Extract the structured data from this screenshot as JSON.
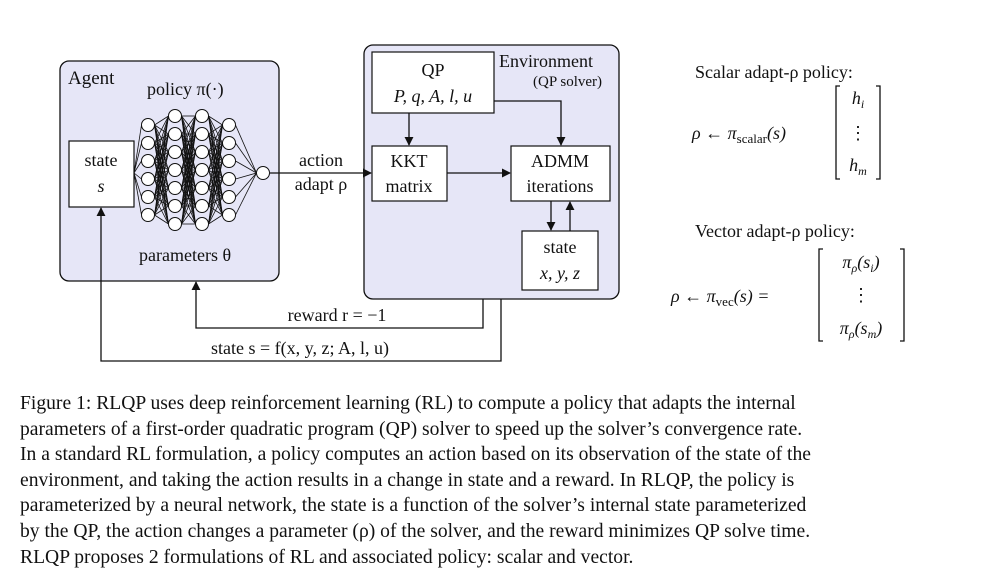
{
  "diagram": {
    "agent": {
      "title": "Agent",
      "policy_label": "policy π(·)",
      "parameters_label": "parameters θ",
      "state_box": {
        "line1": "state",
        "line2": "s"
      }
    },
    "environment": {
      "title": "Environment",
      "subtitle": "(QP solver)",
      "qp_box": {
        "line1": "QP",
        "line2": "P, q, A, l, u"
      },
      "kkt_box": {
        "line1": "KKT",
        "line2": "matrix"
      },
      "admm_box": {
        "line1": "ADMM",
        "line2": "iterations"
      },
      "state_box": {
        "line1": "state",
        "line2": "x, y, z"
      }
    },
    "arrows": {
      "action_line1": "action",
      "action_line2": "adapt ρ",
      "reward": "reward r = −1",
      "state_feedback": "state s = f(x, y, z; A, l, u)"
    },
    "scalar_policy": {
      "heading": "Scalar adapt-ρ policy:",
      "lhs": "ρ ← π",
      "subscript": "scalar",
      "arg": "(s)",
      "vector": [
        "h_i",
        "⋮",
        "h_m"
      ]
    },
    "vector_policy": {
      "heading": "Vector adapt-ρ policy:",
      "lhs": "ρ ← π",
      "subscript": "vec",
      "arg": "(s) =",
      "vector": [
        "π_ρ(s_i)",
        "⋮",
        "π_ρ(s_m)"
      ]
    }
  },
  "caption": {
    "lines": [
      "Figure 1: RLQP uses deep reinforcement learning (RL) to compute a policy that adapts the internal",
      "parameters of a first-order quadratic program (QP) solver to speed up the solver’s convergence rate.",
      "In a standard RL formulation, a policy computes an action based on its observation of the state of the",
      "environment, and taking the action results in a change in state and a reward. In RLQP, the policy is",
      "parameterized by a neural network, the state is a function of the solver’s internal state parameterized",
      "by the QP, the action changes a parameter (ρ) of the solver, and the reward minimizes QP solve time.",
      "RLQP proposes 2 formulations of RL and associated policy: scalar and vector."
    ]
  }
}
